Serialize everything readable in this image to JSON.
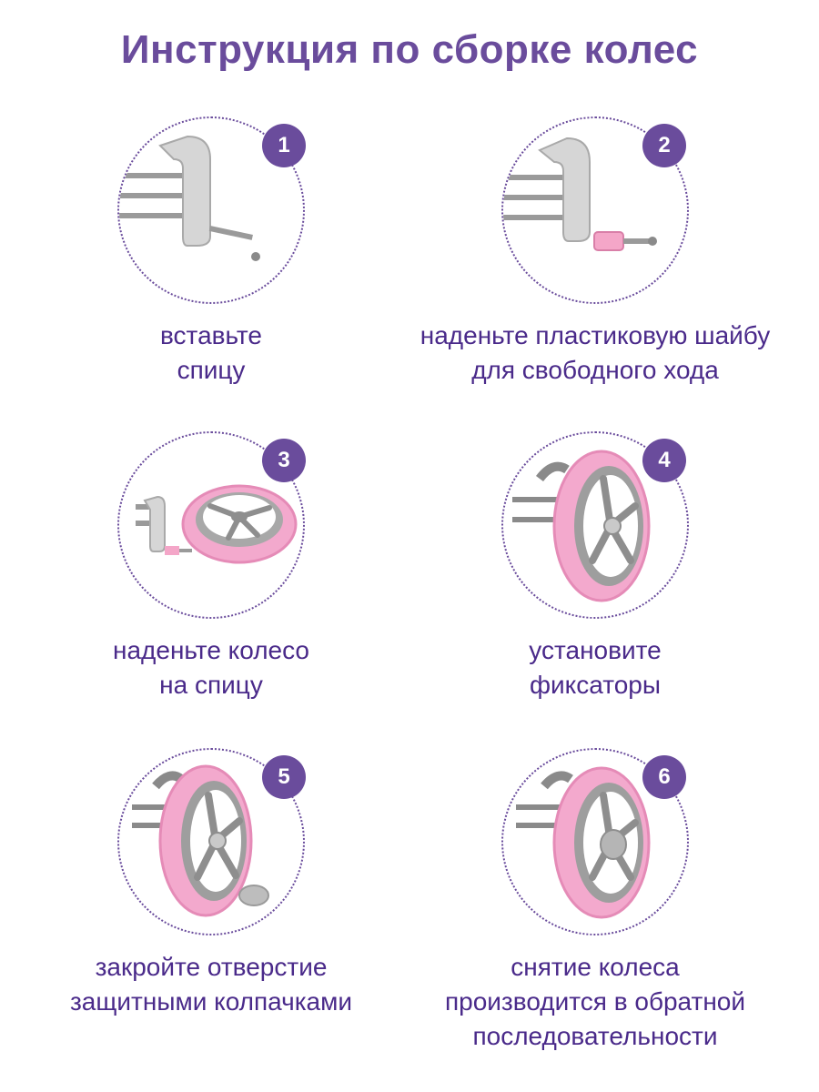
{
  "title": "Инструкция по сборке колес",
  "colors": {
    "accent": "#6a4c9c",
    "text": "#4a2a8a",
    "wheel_pink": "#f3a9cd",
    "hub_gray": "#a8a8a8"
  },
  "steps": [
    {
      "number": "1",
      "image": "axle-insert-illustration",
      "lines": [
        "вставьте",
        "спицу"
      ]
    },
    {
      "number": "2",
      "image": "washer-illustration",
      "lines": [
        "наденьте пластиковую шайбу",
        "для свободного хода"
      ]
    },
    {
      "number": "3",
      "image": "wheel-on-axle-illustration",
      "lines": [
        "наденьте колесо",
        "на спицу"
      ]
    },
    {
      "number": "4",
      "image": "wheel-fixators-illustration",
      "lines": [
        "установите",
        "фиксаторы"
      ]
    },
    {
      "number": "5",
      "image": "cap-cover-illustration",
      "lines": [
        "закройте отверстие",
        "защитными колпачками"
      ]
    },
    {
      "number": "6",
      "image": "wheel-removal-illustration",
      "lines": [
        "снятие колеса",
        "производится в обратной",
        "последовательности"
      ]
    }
  ]
}
